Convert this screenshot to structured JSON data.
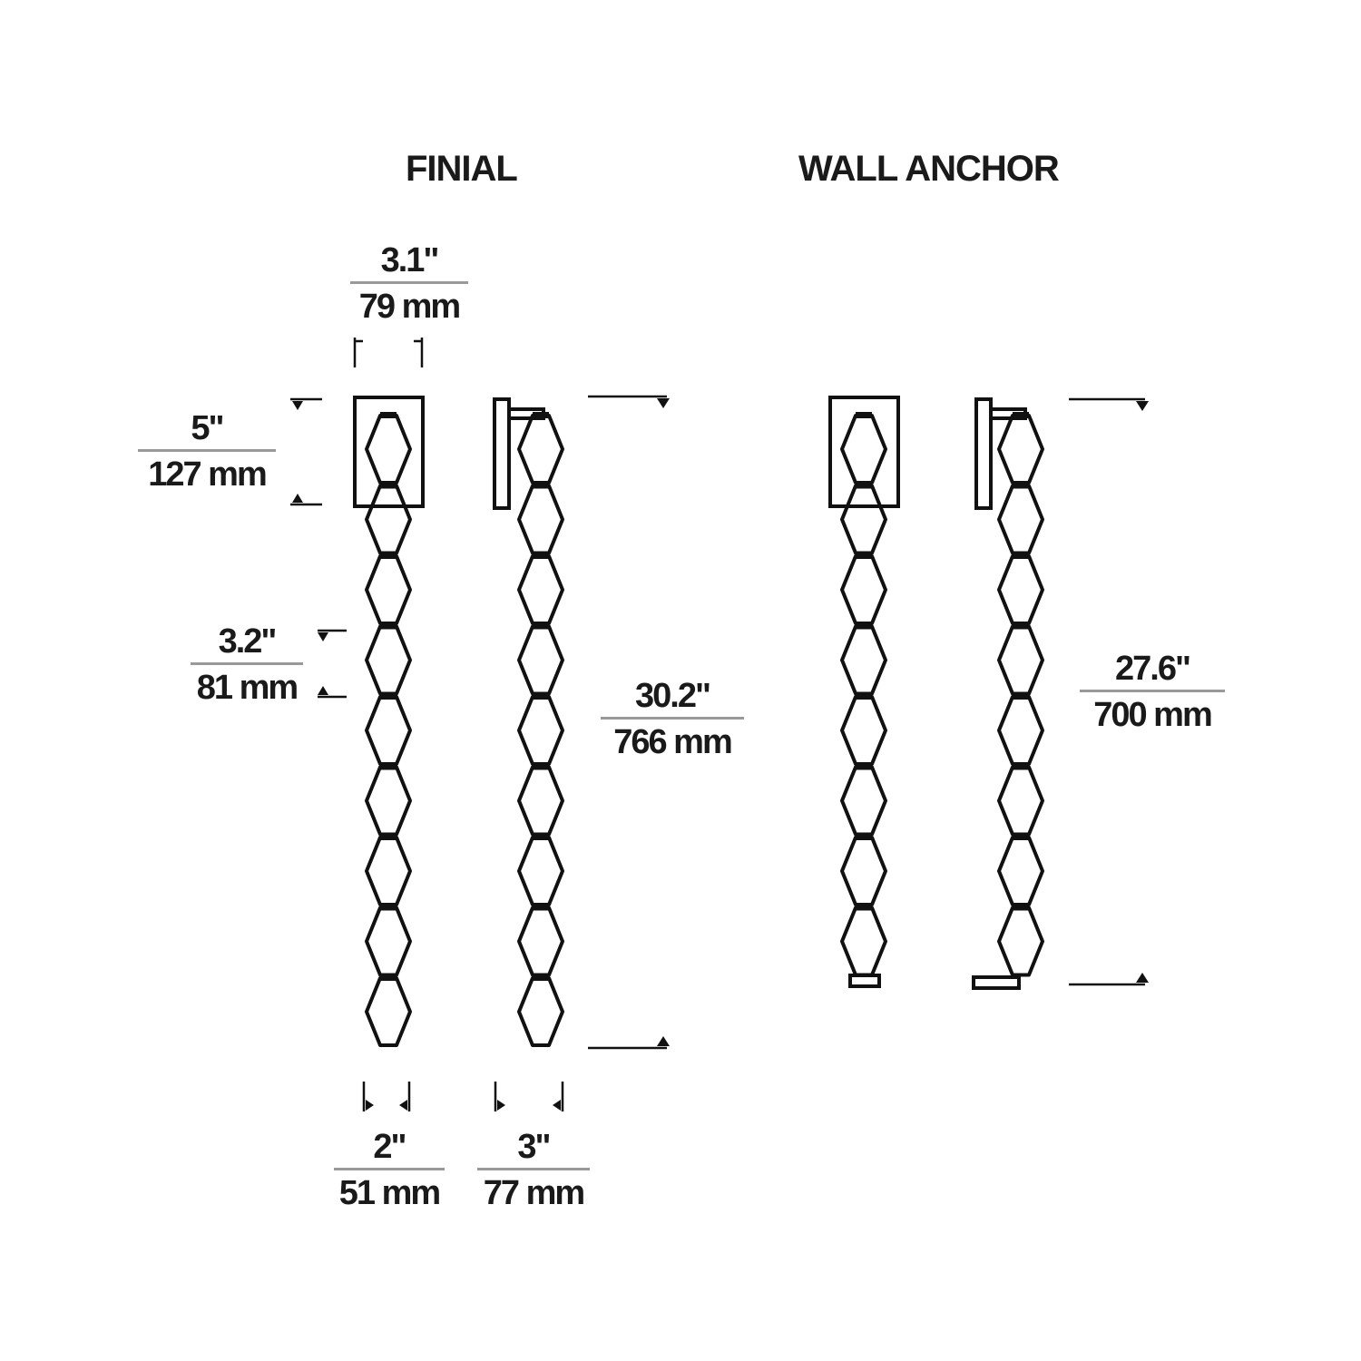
{
  "titles": {
    "finial": "FINIAL",
    "wall_anchor": "WALL ANCHOR"
  },
  "dimensions": {
    "canopy_width": {
      "imperial": "3.1\"",
      "metric": "79 mm"
    },
    "canopy_height": {
      "imperial": "5\"",
      "metric": "127 mm"
    },
    "link_pitch": {
      "imperial": "3.2\"",
      "metric": "81 mm"
    },
    "finial_height": {
      "imperial": "30.2\"",
      "metric": "766 mm"
    },
    "wall_anchor_height": {
      "imperial": "27.6\"",
      "metric": "700 mm"
    },
    "link_width": {
      "imperial": "2\"",
      "metric": "51 mm"
    },
    "depth": {
      "imperial": "3\"",
      "metric": "77 mm"
    }
  },
  "links": {
    "finial": 9,
    "wall_anchor": 8
  },
  "colors": {
    "line": "#111111",
    "rule": "#999999"
  }
}
